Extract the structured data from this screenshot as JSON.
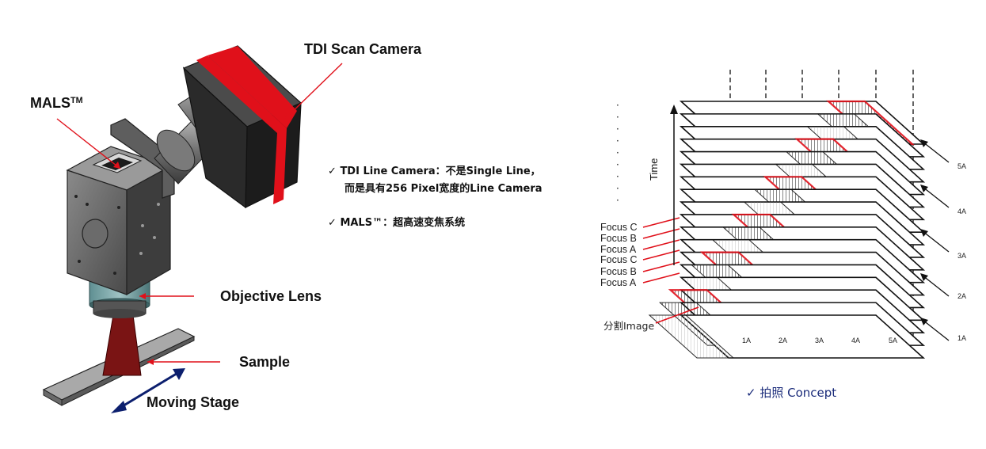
{
  "left": {
    "labels": {
      "tdi_scan_camera": "TDI Scan Camera",
      "mals": "MALS",
      "mals_sup": "TM",
      "objective_lens": "Objective Lens",
      "sample": "Sample",
      "moving_stage": "Moving Stage"
    },
    "notes": {
      "check": "✓",
      "line1": "TDI Line Camera：不是Single Line，",
      "line2": "而是具有256 Pixel宽度的Line Camera",
      "line3": "MALS™：超高速变焦系统"
    }
  },
  "right": {
    "time_label": "Time",
    "dots": "· · · · · · · · ·",
    "focus_labels": [
      "Focus C",
      "Focus B",
      "Focus A",
      "Focus C",
      "Focus B",
      "Focus A"
    ],
    "split_image_label": "分割Image",
    "column_labels": [
      "1A",
      "2A",
      "3A",
      "4A",
      "5A"
    ],
    "side_labels": [
      "5A",
      "4A",
      "3A",
      "2A",
      "1A"
    ],
    "caption": "✓ 拍照 Concept"
  },
  "colors": {
    "accent_red": "#e0101a",
    "caption_blue": "#1a2b7a",
    "arrow_navy": "#0c1f6e",
    "cone_red": "#7a1414"
  }
}
